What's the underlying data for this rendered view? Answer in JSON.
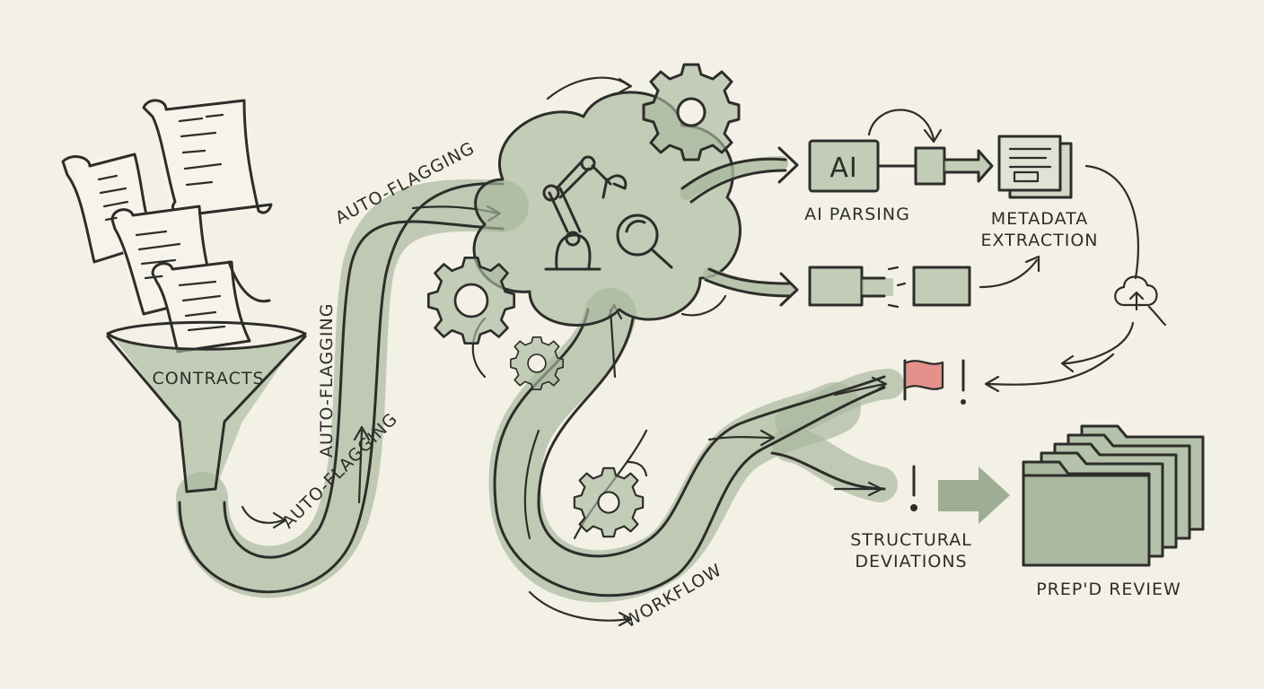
{
  "labels": {
    "contracts": "CONTRACTS",
    "auto_flagging_top": "AUTO-FLAGGING",
    "auto_flagging_mid": "AUTO-FLAGGING",
    "auto_flagging_low": "AUTO-FLAGGING",
    "ai_box": "AI",
    "ai_parsing": "AI PARSING",
    "metadata_line1": "METADATA",
    "metadata_line2": "EXTRACTION",
    "structural_line1": "STRUCTURAL",
    "structural_line2": "DEVIATIONS",
    "workflow": "WORKFLOW",
    "preped_review": "PREP'D REVIEW"
  },
  "colors": {
    "ink": "#2d2d2a",
    "wash_green": "#a9b89e",
    "flag_red": "#e0807a",
    "paper": "#f3f0e6"
  },
  "icons": [
    "document-icon",
    "funnel-icon",
    "cloud-icon",
    "gear-icon",
    "robot-arm-icon",
    "magnifier-icon",
    "flag-icon",
    "exclamation-icon",
    "folder-icon",
    "upload-cloud-icon"
  ]
}
